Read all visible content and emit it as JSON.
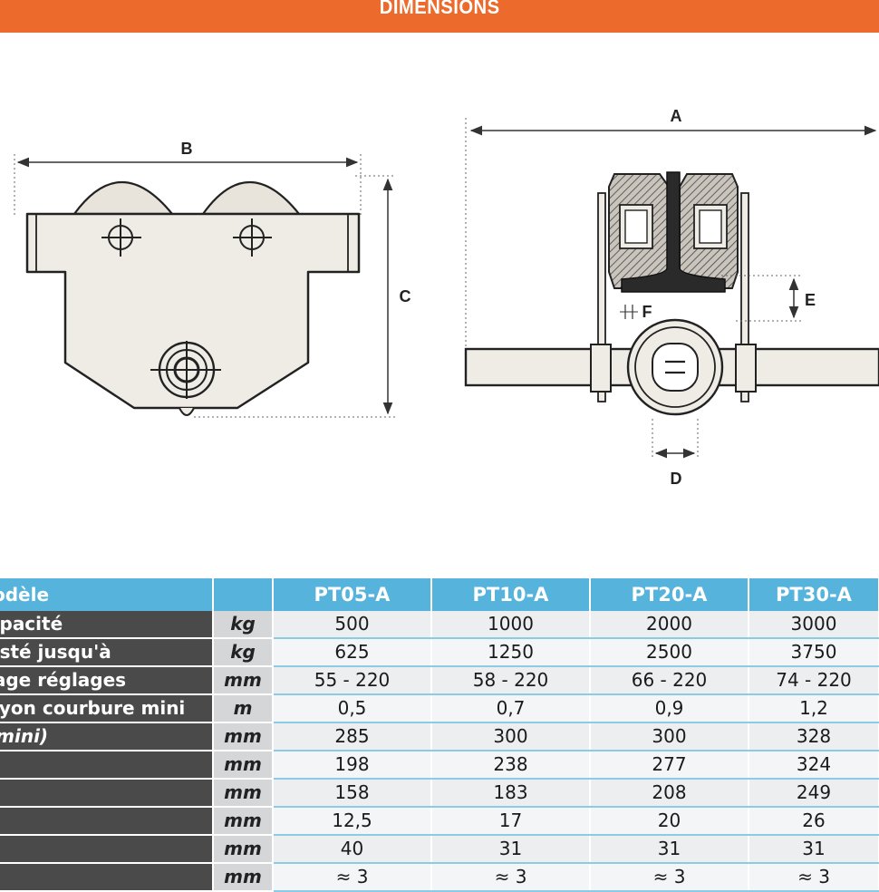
{
  "header": {
    "title": "DIMENSIONS"
  },
  "diagram": {
    "left_view": {
      "width_label": "B",
      "height_label": "C"
    },
    "right_view": {
      "a_label": "A",
      "d_label": "D",
      "e_label": "E",
      "f_label": "F"
    }
  },
  "colors": {
    "banner": "#ec6a2c",
    "table_header": "#55b3dc",
    "row_label": "#4a4a4a"
  },
  "table": {
    "header_label": "odèle",
    "models": [
      "PT05-A",
      "PT10-A",
      "PT20-A",
      "PT30-A"
    ],
    "rows": [
      {
        "label": "apacité",
        "unit": "kg",
        "values": [
          "500",
          "1000",
          "2000",
          "3000"
        ]
      },
      {
        "label": "esté jusqu'à",
        "unit": "kg",
        "values": [
          "625",
          "1250",
          "2500",
          "3750"
        ]
      },
      {
        "label": "lage réglages",
        "unit": "mm",
        "values": [
          "55 - 220",
          "58 - 220",
          "66 - 220",
          "74 - 220"
        ]
      },
      {
        "label": "ayon courbure mini",
        "unit": "m",
        "values": [
          "0,5",
          "0,7",
          "0,9",
          "1,2"
        ]
      },
      {
        "label": "(mini)",
        "unit": "mm",
        "values": [
          "285",
          "300",
          "300",
          "328"
        ]
      },
      {
        "label": "",
        "unit": "mm",
        "values": [
          "198",
          "238",
          "277",
          "324"
        ]
      },
      {
        "label": "",
        "unit": "mm",
        "values": [
          "158",
          "183",
          "208",
          "249"
        ]
      },
      {
        "label": "",
        "unit": "mm",
        "values": [
          "12,5",
          "17",
          "20",
          "26"
        ]
      },
      {
        "label": "",
        "unit": "mm",
        "values": [
          "40",
          "31",
          "31",
          "31"
        ]
      },
      {
        "label": "",
        "unit": "mm",
        "values": [
          "≈ 3",
          "≈ 3",
          "≈ 3",
          "≈ 3"
        ]
      }
    ]
  }
}
